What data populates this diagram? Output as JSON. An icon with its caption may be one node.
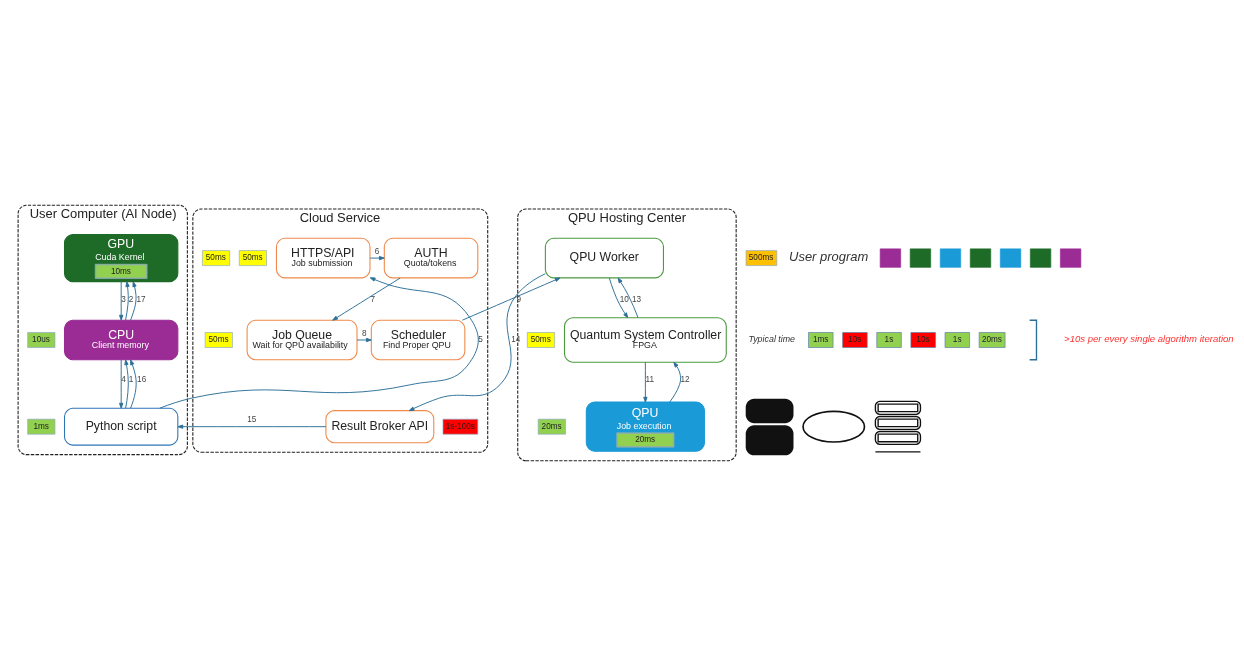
{
  "diagram": {
    "nodes": [
      {
        "text": [
          "User Computer (AI Node)"
        ]
      },
      {
        "text": [
          "GPU",
          "Cuda Kernel",
          "10ms"
        ],
        "in": 0
      },
      {
        "text": [
          "10us"
        ],
        "in": 0
      },
      {
        "text": [
          "CPU",
          "Client memory"
        ],
        "in": 0
      },
      {
        "text": [
          "1ms"
        ],
        "in": 0
      },
      {
        "text": [
          "Python script"
        ],
        "in": 0
      },
      {
        "text": [
          "Cloud Service"
        ]
      },
      {
        "text": [
          "HTTPS/API",
          "Job submission"
        ],
        "in": 6
      },
      {
        "text": [
          "AUTH",
          "Quota/tokens"
        ],
        "in": 6
      },
      {
        "text": [
          "50ms"
        ],
        "in": 6
      },
      {
        "text": [
          "50ms"
        ],
        "in": 6
      },
      {
        "text": [
          "50ms"
        ],
        "in": 6
      },
      {
        "text": [
          "Job Queue",
          "Wait for QPU availability"
        ],
        "in": 6
      },
      {
        "text": [
          "Scheduler",
          "Find Proper QPU"
        ],
        "in": 6
      },
      {
        "text": [
          "1s-100s"
        ],
        "in": 6
      },
      {
        "text": [
          "Result Broker API"
        ],
        "in": 6
      },
      {
        "text": [
          "500ms"
        ]
      },
      {
        "text": [
          "QPU Hosting Center"
        ]
      },
      {
        "text": [
          "QPU Worker"
        ],
        "in": 17
      },
      {
        "text": [
          "50ms"
        ],
        "in": 17
      },
      {
        "text": [
          "Quantum System Controller",
          "FPGA"
        ],
        "in": 17
      },
      {
        "text": [
          "20ms"
        ],
        "in": 17
      },
      {
        "text": [
          "QPU",
          "Job execution",
          "20ms"
        ],
        "in": 17
      },
      {
        "text": [],
        "shape": "box"
      },
      {
        "text": [],
        "shape": "box"
      },
      {
        "text": [],
        "shape": "box"
      },
      {
        "text": [],
        "shape": "box"
      },
      {
        "text": [],
        "shape": "box"
      },
      {
        "text": [],
        "shape": "box"
      },
      {
        "text": [],
        "shape": "box"
      },
      {
        "text": [
          "1ms"
        ]
      },
      {
        "text": [
          "10s"
        ]
      },
      {
        "text": [
          "1s"
        ]
      },
      {
        "text": [
          "10s"
        ]
      },
      {
        "text": [
          "1s"
        ]
      },
      {
        "text": [
          "20ms"
        ]
      },
      {
        "text": [],
        "shape": "person"
      },
      {
        "text": [],
        "shape": "cloud"
      },
      {
        "text": [],
        "shape": "picture"
      }
    ],
    "edges": [
      {
        "from": 5,
        "to": 3,
        "arrow": "to",
        "label": "1"
      },
      {
        "from": 3,
        "to": 1,
        "arrow": "to",
        "label": "2"
      },
      {
        "from": 1,
        "to": 3,
        "arrow": "to",
        "label": "3"
      },
      {
        "from": 3,
        "to": 5,
        "arrow": "to",
        "label": "4"
      },
      {
        "from": 5,
        "to": 7,
        "arrow": "to",
        "label": "5"
      },
      {
        "from": 7,
        "to": 8,
        "arrow": "to",
        "label": "6"
      },
      {
        "from": 8,
        "to": 12,
        "arrow": "to",
        "label": "7"
      },
      {
        "from": 12,
        "to": 13,
        "arrow": "to",
        "label": "8"
      },
      {
        "from": 13,
        "to": 18,
        "arrow": "to",
        "label": "9"
      },
      {
        "from": 18,
        "to": 20,
        "arrow": "to",
        "label": "10"
      },
      {
        "from": 20,
        "to": 22,
        "arrow": "to",
        "label": "11"
      },
      {
        "from": 22,
        "to": 20,
        "arrow": "to",
        "label": "12"
      },
      {
        "from": 20,
        "to": 18,
        "arrow": "to",
        "label": "13"
      },
      {
        "from": 18,
        "to": 15,
        "arrow": "to",
        "label": "14"
      },
      {
        "from": 15,
        "to": 5,
        "arrow": "to",
        "label": "15"
      },
      {
        "from": 5,
        "to": 3,
        "arrow": "to",
        "label": "16"
      },
      {
        "from": 3,
        "to": 1,
        "arrow": "to",
        "label": "17"
      }
    ],
    "labels": [
      "User program",
      "Typical time",
      ">10s per every single algorithm iteration"
    ]
  }
}
